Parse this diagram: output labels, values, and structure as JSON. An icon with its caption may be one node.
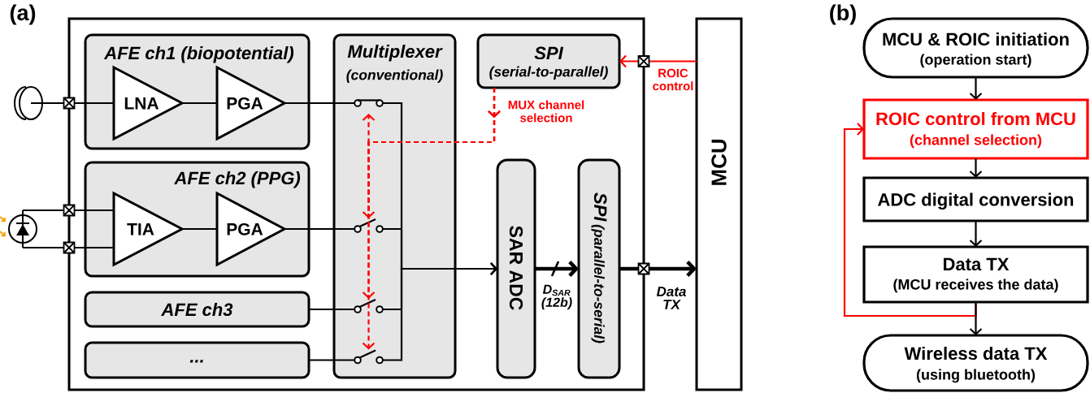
{
  "diagram": {
    "nodes": [
      {
        "text": [],
        "shape": "box"
      },
      {
        "text": [
          "AFE ch1 (biopotential)"
        ],
        "in": 0
      },
      {
        "text": [
          "LNA"
        ],
        "in": 1
      },
      {
        "text": [
          "PGA"
        ],
        "in": 1
      },
      {
        "text": [
          "AFE ch2 (PPG)"
        ],
        "in": 0
      },
      {
        "text": [
          "TIA"
        ],
        "in": 4
      },
      {
        "text": [
          "PGA"
        ],
        "in": 4
      },
      {
        "text": [
          "AFE ch3"
        ],
        "in": 0
      },
      {
        "text": [
          "..."
        ],
        "in": 0
      },
      {
        "text": [
          "Multiplexer",
          "(conventional)"
        ],
        "in": 0
      },
      {
        "text": [],
        "shape": "switch",
        "in": 9
      },
      {
        "text": [],
        "shape": "switch",
        "in": 9
      },
      {
        "text": [],
        "shape": "switch",
        "in": 9
      },
      {
        "text": [],
        "shape": "switch",
        "in": 9
      },
      {
        "text": [
          "SPI",
          "(serial-to-parallel)"
        ],
        "in": 0
      },
      {
        "text": [
          "SAR ADC"
        ],
        "in": 0
      },
      {
        "text": [
          "SPI",
          "(parallel-to-serial)"
        ],
        "in": 0
      },
      {
        "text": [
          "MCU"
        ]
      },
      {
        "text": [],
        "shape": "electrode"
      },
      {
        "text": [],
        "shape": "photodiode"
      },
      {
        "text": [
          "MCU & ROIC initiation",
          "(operation start)"
        ]
      },
      {
        "text": [
          "ROIC control from MCU",
          "(channel selection)"
        ]
      },
      {
        "text": [
          "ADC digital conversion"
        ]
      },
      {
        "text": [
          "Data TX",
          "(MCU receives the data)"
        ]
      },
      {
        "text": [
          "Wireless data TX",
          "(using bluetooth)"
        ]
      }
    ],
    "edges": [
      {
        "from": 18,
        "to": 2,
        "arrow": "none"
      },
      {
        "from": 2,
        "to": 3,
        "arrow": "none"
      },
      {
        "from": 19,
        "to": 5,
        "arrow": "none"
      },
      {
        "from": 19,
        "to": 5,
        "arrow": "none"
      },
      {
        "from": 5,
        "to": 6,
        "arrow": "none"
      },
      {
        "from": 3,
        "to": 10,
        "arrow": "none"
      },
      {
        "from": 6,
        "to": 11,
        "arrow": "none"
      },
      {
        "from": 7,
        "to": 12,
        "arrow": "none"
      },
      {
        "from": 8,
        "to": 13,
        "arrow": "none"
      },
      {
        "from": 10,
        "to": 15,
        "arrow": "to"
      },
      {
        "from": 11,
        "to": 15,
        "arrow": "to"
      },
      {
        "from": 12,
        "to": 15,
        "arrow": "to"
      },
      {
        "from": 13,
        "to": 15,
        "arrow": "to"
      },
      {
        "from": 15,
        "to": 16,
        "arrow": "to",
        "style": "thick",
        "label": "D$_{SAR}$ (12b)"
      },
      {
        "from": 16,
        "to": 17,
        "arrow": "to",
        "style": "thick",
        "label": "Data TX"
      },
      {
        "from": 17,
        "to": 14,
        "arrow": "to",
        "color": "#ff0000",
        "label": "ROIC control"
      },
      {
        "from": 14,
        "to": 10,
        "arrow": "to",
        "style": "dashed",
        "color": "#ff0000",
        "label": "MUX channel selection"
      },
      {
        "from": 14,
        "to": 11,
        "arrow": "to",
        "style": "dashed",
        "color": "#ff0000"
      },
      {
        "from": 14,
        "to": 12,
        "arrow": "to",
        "style": "dashed",
        "color": "#ff0000"
      },
      {
        "from": 14,
        "to": 13,
        "arrow": "to",
        "style": "dashed",
        "color": "#ff0000"
      },
      {
        "from": 20,
        "to": 21,
        "arrow": "to"
      },
      {
        "from": 21,
        "to": 22,
        "arrow": "to"
      },
      {
        "from": 22,
        "to": 23,
        "arrow": "to"
      },
      {
        "from": 23,
        "to": 24,
        "arrow": "to"
      },
      {
        "from": 23,
        "to": 21,
        "arrow": "to",
        "color": "#ff0000"
      }
    ],
    "labels": [
      "(a)",
      "(b)"
    ]
  }
}
